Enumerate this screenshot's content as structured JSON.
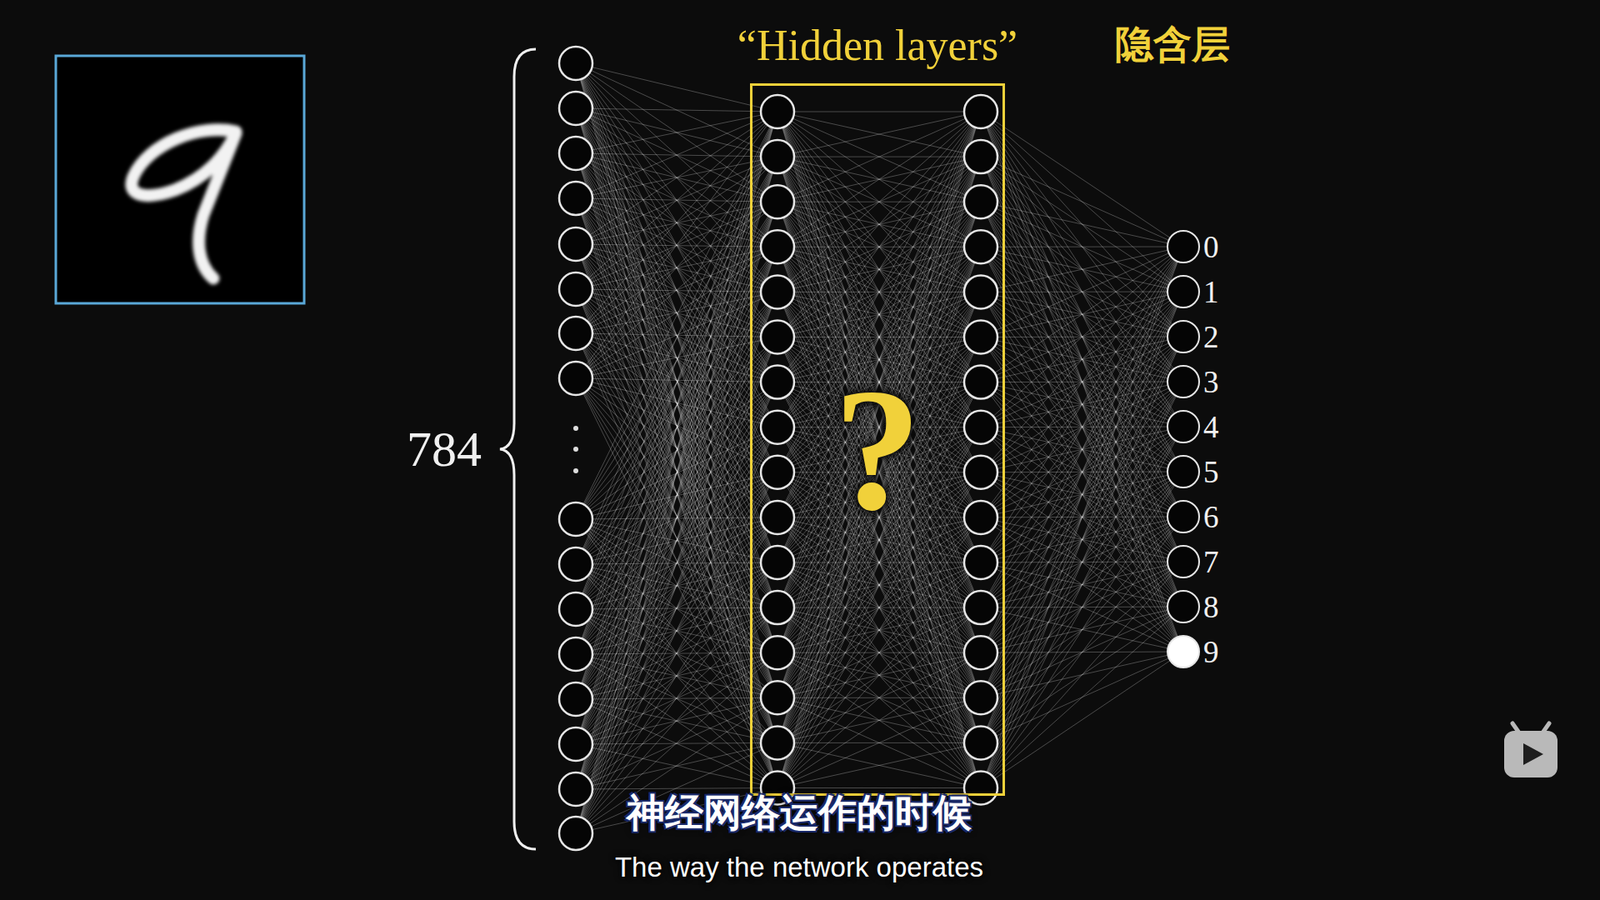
{
  "diagram": {
    "nodes": [
      {
        "text": [
          "“Hidden layers”",
          "隐含层",
          "?"
        ]
      },
      {
        "text": [
          "0"
        ]
      },
      {
        "text": [
          "1"
        ]
      },
      {
        "text": [
          "2"
        ]
      },
      {
        "text": [
          "3"
        ]
      },
      {
        "text": [
          "4"
        ]
      },
      {
        "text": [
          "5"
        ]
      },
      {
        "text": [
          "6"
        ]
      },
      {
        "text": [
          "7"
        ]
      },
      {
        "text": [
          "8"
        ]
      },
      {
        "text": [
          "9"
        ]
      }
    ],
    "labels": [
      "784",
      "神经网络运作的时候",
      "The way the network operates"
    ]
  }
}
